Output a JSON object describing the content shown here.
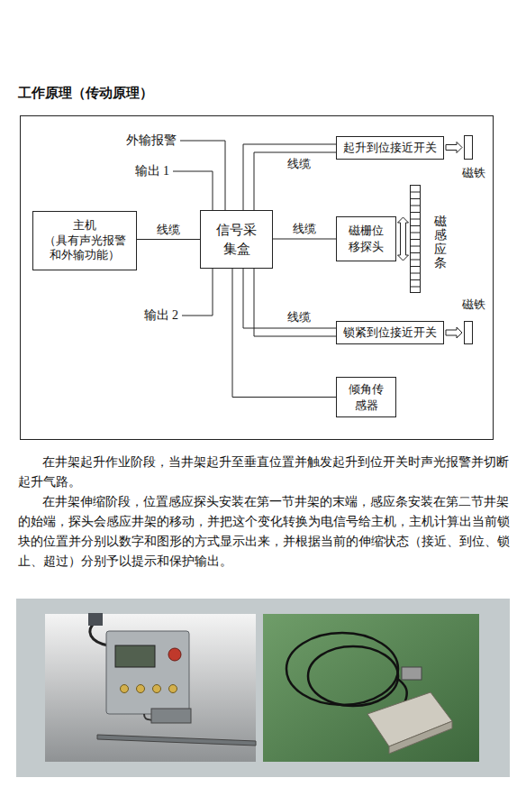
{
  "diagram": {
    "title": "工作原理（传动原理）",
    "nodes": [
      {
        "text": [
          "主机",
          "（具有声光报警 和外输功能）"
        ]
      },
      {
        "text": [
          "信号采 集盒"
        ]
      },
      {
        "text": [
          "起升到位接近开关"
        ]
      },
      {
        "text": [
          "磁铁"
        ]
      },
      {
        "text": [
          "磁栅位 移探头"
        ]
      },
      {
        "text": [
          "磁感应条"
        ]
      },
      {
        "text": [
          "锁紧到位接近开关"
        ]
      },
      {
        "text": [
          "磁铁"
        ]
      },
      {
        "text": [
          "倾角传 感器"
        ]
      }
    ],
    "edges": [
      {
        "from": 0,
        "to": 1,
        "label": "线缆",
        "arrow": "none"
      },
      {
        "from": 1,
        "to": 2,
        "label": "线缆",
        "arrow": "none"
      },
      {
        "from": 2,
        "to": 3,
        "arrow": "to"
      },
      {
        "from": 1,
        "to": 4,
        "label": "线缆",
        "arrow": "none"
      },
      {
        "from": 1,
        "to": 6,
        "label": "线缆",
        "arrow": "none"
      },
      {
        "from": 6,
        "to": 7,
        "arrow": "to"
      },
      {
        "from": 1,
        "to": 8,
        "arrow": "none"
      }
    ],
    "labels": [
      "外输报警",
      "输出 1",
      "输出 2",
      "在井架起升作业阶段，当井架起升至垂直位置并触发起升到位开关时声光报警并切断起升气路。",
      "在井架伸缩阶段，位置感应探头安装在第一节井架的末端，感应条安装在第二节井架的始端，探头会感应井架的移动，并把这个变化转换为电信号给主机，主机计算出当前锁块的位置并分别以数字和图形的方式显示出来，并根据当前的伸缩状态（接近、到位、锁止、超过）分别予以提示和保护输出。"
    ]
  }
}
